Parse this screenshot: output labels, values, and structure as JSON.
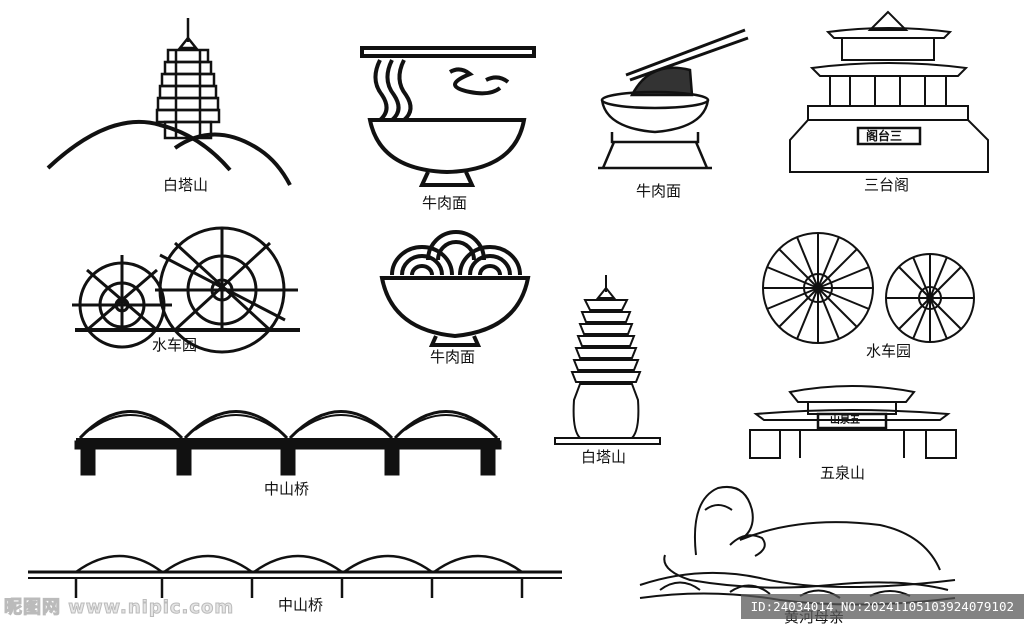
{
  "labels": {
    "baita_1": "白塔山",
    "beef_noodle_1": "牛肉面",
    "beef_noodle_2": "牛肉面",
    "santaige": "三台阁",
    "waterwheel_1": "水车园",
    "beef_noodle_3": "牛肉面",
    "waterwheel_2": "水车园",
    "baita_2": "白塔山",
    "zhongshan_bridge_1": "中山桥",
    "wuquan_shan": "五泉山",
    "zhongshan_bridge_2": "中山桥",
    "mother_river": "黄河母亲"
  },
  "signs": {
    "santaige_plaque": "阁台三",
    "wuquan_plaque": "山泉五"
  },
  "watermark": {
    "site": "昵图网 www.nipic.com",
    "id": "ID:24034014 NO:20241105103924079102"
  },
  "colors": {
    "ink": "#111111",
    "background": "#ffffff",
    "noodle_fill": "#333333"
  }
}
